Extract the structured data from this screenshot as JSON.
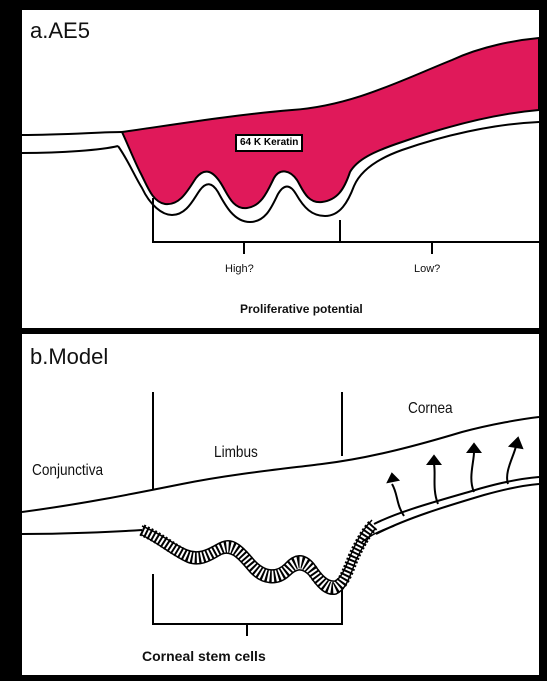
{
  "panel_a": {
    "title": "a.AE5",
    "label": "64 K Keratin",
    "high": "High?",
    "low": "Low?",
    "caption": "Proliferative potential",
    "keratin_color": "#e0195a"
  },
  "panel_b": {
    "title": "b.Model",
    "conjunctiva": "Conjunctiva",
    "limbus": "Limbus",
    "cornea": "Cornea",
    "caption": "Corneal stem cells"
  }
}
